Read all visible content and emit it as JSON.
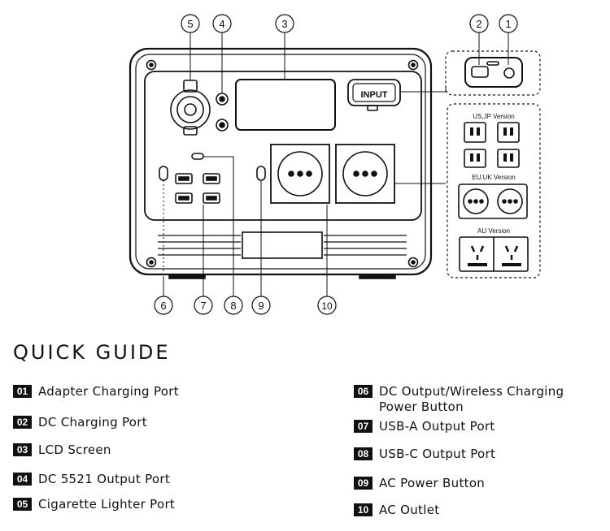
{
  "diagram": {
    "callouts": [
      "1",
      "2",
      "3",
      "4",
      "5",
      "6",
      "7",
      "8",
      "9",
      "10"
    ],
    "input_label": "INPUT",
    "versions": {
      "us_jp": "US,JP Version",
      "eu_uk": "EU,UK Version",
      "au": "AU Version"
    }
  },
  "guide": {
    "title": "QUICK GUIDE",
    "items": [
      {
        "num": "01",
        "label": "Adapter Charging Port"
      },
      {
        "num": "02",
        "label": "DC Charging Port"
      },
      {
        "num": "03",
        "label": "LCD Screen"
      },
      {
        "num": "04",
        "label": "DC 5521 Output Port"
      },
      {
        "num": "05",
        "label": "Cigarette Lighter Port"
      },
      {
        "num": "06",
        "label": "DC Output/Wireless Charging Power Button"
      },
      {
        "num": "07",
        "label": "USB-A Output Port"
      },
      {
        "num": "08",
        "label": "USB-C Output Port"
      },
      {
        "num": "09",
        "label": "AC Power Button"
      },
      {
        "num": "10",
        "label": "AC Outlet"
      }
    ]
  }
}
